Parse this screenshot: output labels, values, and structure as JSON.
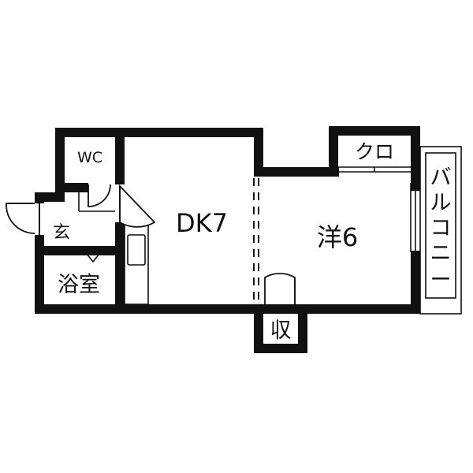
{
  "rooms": {
    "wc": "WC",
    "closet": "クロ",
    "dk": "DK7",
    "western": "洋6",
    "entrance": "玄",
    "bath": "浴室",
    "storage": "収"
  },
  "balcony": {
    "chars": [
      "バ",
      "ル",
      "コ",
      "ニ",
      "ー"
    ]
  }
}
